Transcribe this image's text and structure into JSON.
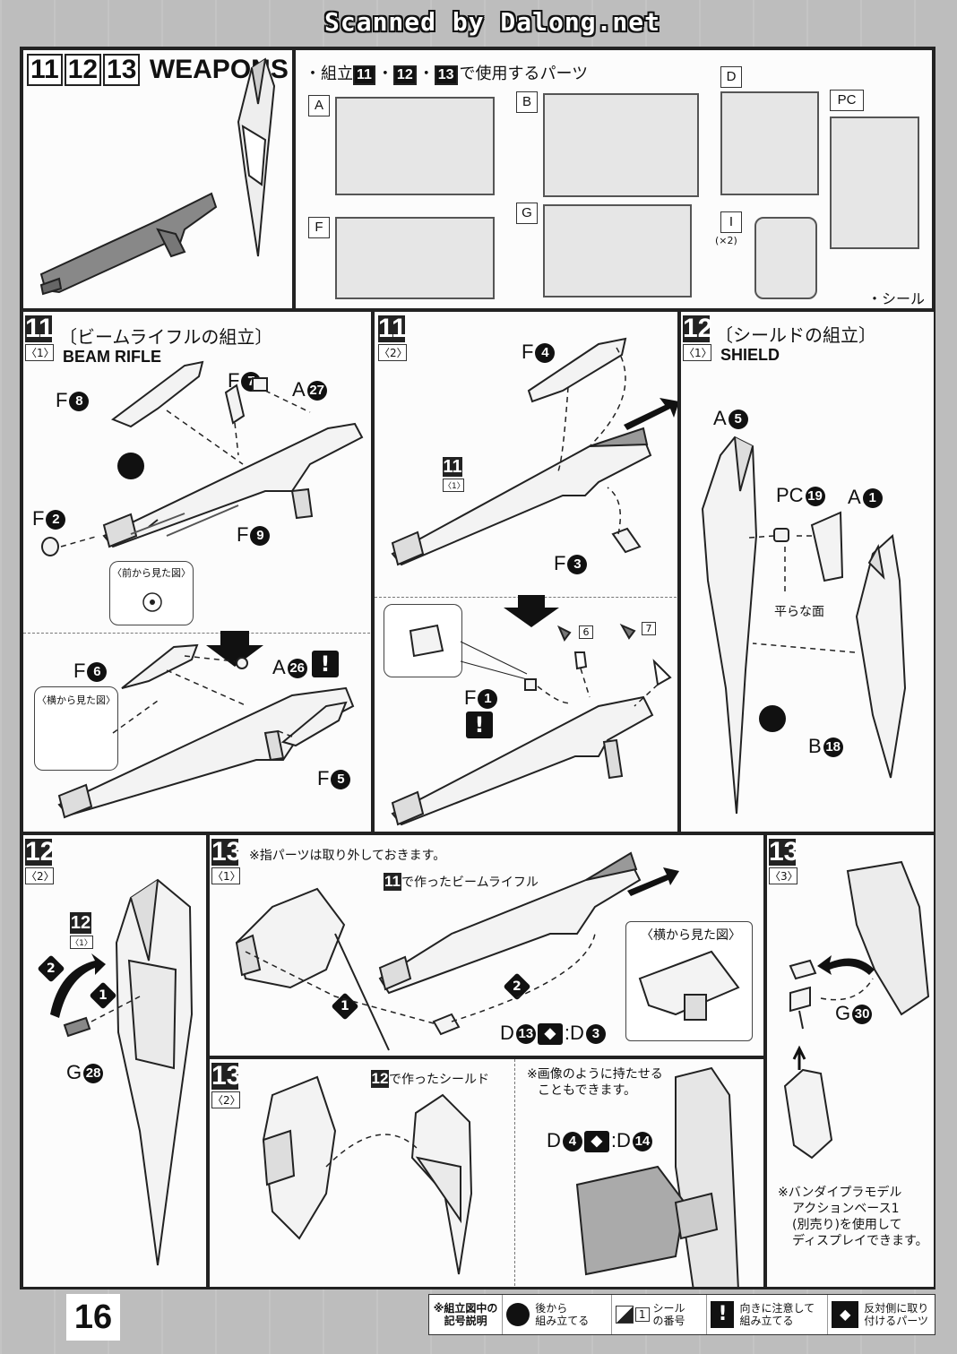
{
  "watermark": "Scanned by Dalong.net",
  "header": {
    "step_numbers": [
      "11",
      "12",
      "13"
    ],
    "title": "WEAPONS",
    "parts_used_prefix": "・組立",
    "parts_used_suffix": "で使用するパーツ",
    "runners": [
      "A",
      "B",
      "D",
      "PC",
      "F",
      "G",
      "I"
    ],
    "runner_i_qty": "(×2)",
    "seal_label": "・シール"
  },
  "step11_1": {
    "num": "11",
    "sub": "〈1〉",
    "title_jp": "〔ビームライフルの組立〕",
    "title_en": "BEAM RIFLE",
    "front_view": "〈前から見た図〉",
    "side_view": "〈横から見た図〉",
    "parts": [
      {
        "letter": "F",
        "num": "8"
      },
      {
        "letter": "F",
        "num": "7"
      },
      {
        "letter": "A",
        "num": "27"
      },
      {
        "letter": "F",
        "num": "2"
      },
      {
        "letter": "F",
        "num": "9"
      },
      {
        "letter": "F",
        "num": "6"
      },
      {
        "letter": "A",
        "num": "26"
      },
      {
        "letter": "F",
        "num": "5"
      }
    ]
  },
  "step11_2": {
    "num": "11",
    "sub": "〈2〉",
    "ref_num": "11",
    "ref_sub": "〈1〉",
    "seal_6": "6",
    "seal_7": "7",
    "parts": [
      {
        "letter": "F",
        "num": "4"
      },
      {
        "letter": "F",
        "num": "3"
      },
      {
        "letter": "F",
        "num": "1"
      }
    ]
  },
  "step12_1": {
    "num": "12",
    "sub": "〈1〉",
    "title_jp": "〔シールドの組立〕",
    "title_en": "SHIELD",
    "flat_face": "平らな面",
    "parts": [
      {
        "letter": "A",
        "num": "5"
      },
      {
        "letter": "PC",
        "num": "19"
      },
      {
        "letter": "A",
        "num": "1"
      },
      {
        "letter": "B",
        "num": "18"
      }
    ]
  },
  "step12_2": {
    "num": "12",
    "sub": "〈2〉",
    "ref_num": "12",
    "ref_sub": "〈1〉",
    "arrow_1": "1",
    "arrow_2": "2",
    "parts": [
      {
        "letter": "G",
        "num": "28"
      }
    ]
  },
  "step13_1": {
    "num": "13",
    "sub": "〈1〉",
    "note": "※指パーツは取り外しておきます。",
    "ref_num": "11",
    "ref_text": "で作ったビームライフル",
    "side_view": "〈横から見た図〉",
    "swap": {
      "a_letter": "D",
      "a_num": "13",
      "b_letter": "D",
      "b_num": "3"
    }
  },
  "step13_2": {
    "num": "13",
    "sub": "〈2〉",
    "ref_num": "12",
    "ref_text": "で作ったシールド",
    "note_line1": "※画像のように持たせる",
    "note_line2": "こともできます。",
    "swap": {
      "a_letter": "D",
      "a_num": "4",
      "b_letter": "D",
      "b_num": "14"
    }
  },
  "step13_3": {
    "num": "13",
    "sub": "〈3〉",
    "parts": [
      {
        "letter": "G",
        "num": "30"
      }
    ],
    "note_lines": [
      "※バンダイプラモデル",
      "アクションベース1",
      "(別売り)を使用して",
      "ディスプレイできます。"
    ]
  },
  "legend": {
    "heading_line1": "※組立図中の",
    "heading_line2": "記号説明",
    "items": [
      {
        "icon": "assemble-from-back-icon",
        "line1": "後から",
        "line2": "組み立てる"
      },
      {
        "icon": "seal-number-icon",
        "num": "1",
        "line1": "シール",
        "line2": "の番号"
      },
      {
        "icon": "caution-icon",
        "line1": "向きに注意して",
        "line2": "組み立てる"
      },
      {
        "icon": "swap-parts-icon",
        "line1": "反対側に取り",
        "line2": "付けるパーツ"
      }
    ]
  },
  "page_number": "16"
}
